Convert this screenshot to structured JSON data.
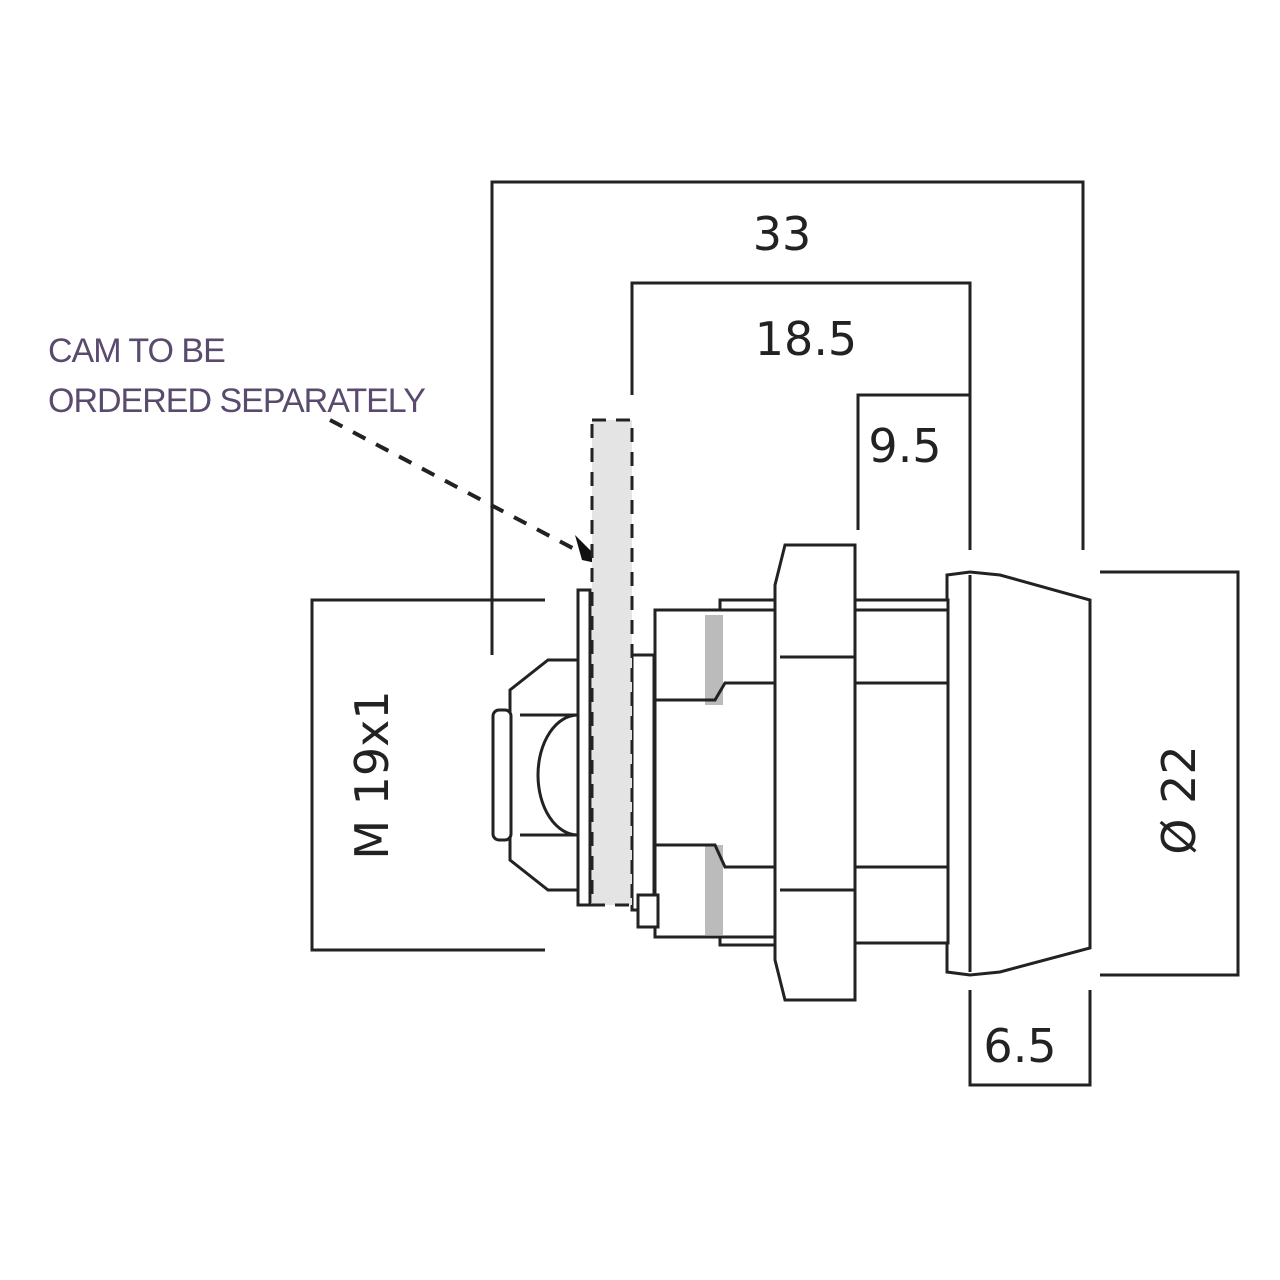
{
  "drawing": {
    "title": "Cam lock dimensional drawing",
    "dimensions": {
      "overall_length": "33",
      "body_length": "18.5",
      "thread_to_face": "9.5",
      "thread": "M 19x1",
      "face_diameter": "Ø 22",
      "face_depth": "6.5"
    },
    "note_line1": "CAM TO BE",
    "note_line2": "ORDERED SEPARATELY",
    "colors": {
      "line": "#222222",
      "cam_fill": "#e4e4e4",
      "note": "#5a4a6e"
    }
  }
}
